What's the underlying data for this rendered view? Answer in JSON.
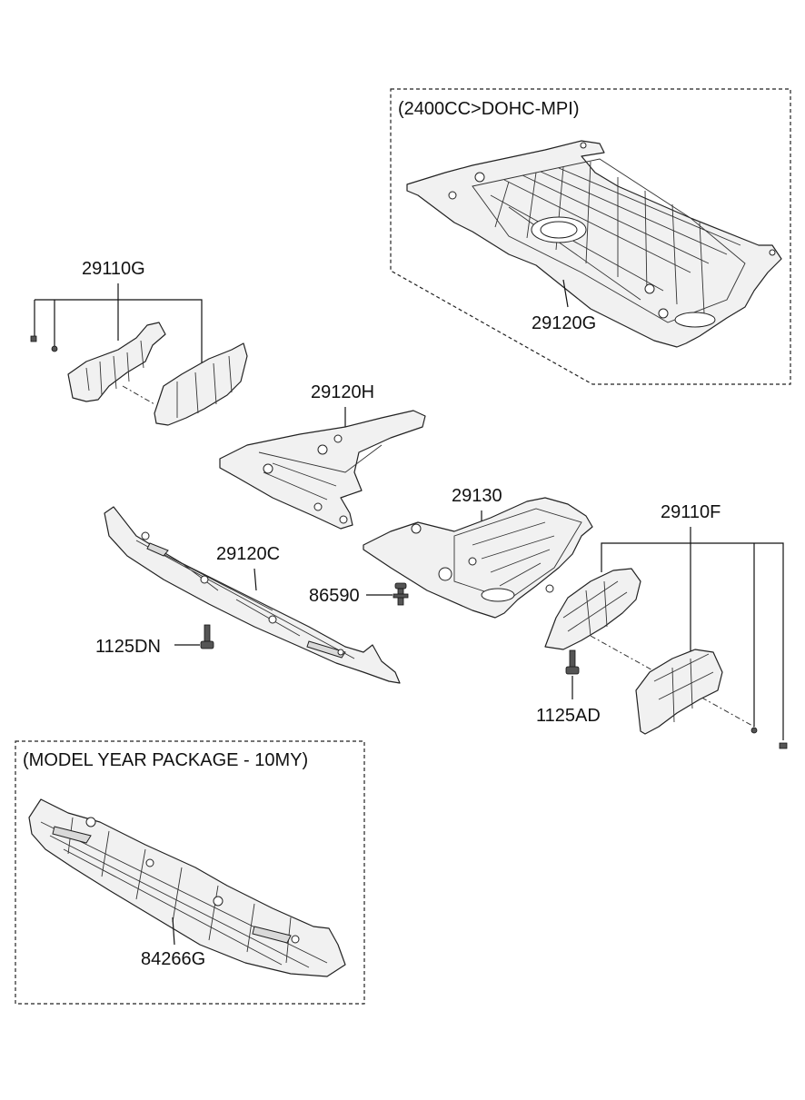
{
  "boxes": {
    "engine_variant": "(2400CC>DOHC-MPI)",
    "model_year_package": "(MODEL YEAR PACKAGE - 10MY)"
  },
  "labels": {
    "p29110G": "29110G",
    "p29120G": "29120G",
    "p29120H": "29120H",
    "p29130": "29130",
    "p29110F": "29110F",
    "p29120C": "29120C",
    "p86590": "86590",
    "p1125DN": "1125DN",
    "p1125AD": "1125AD",
    "p84266G": "84266G"
  }
}
